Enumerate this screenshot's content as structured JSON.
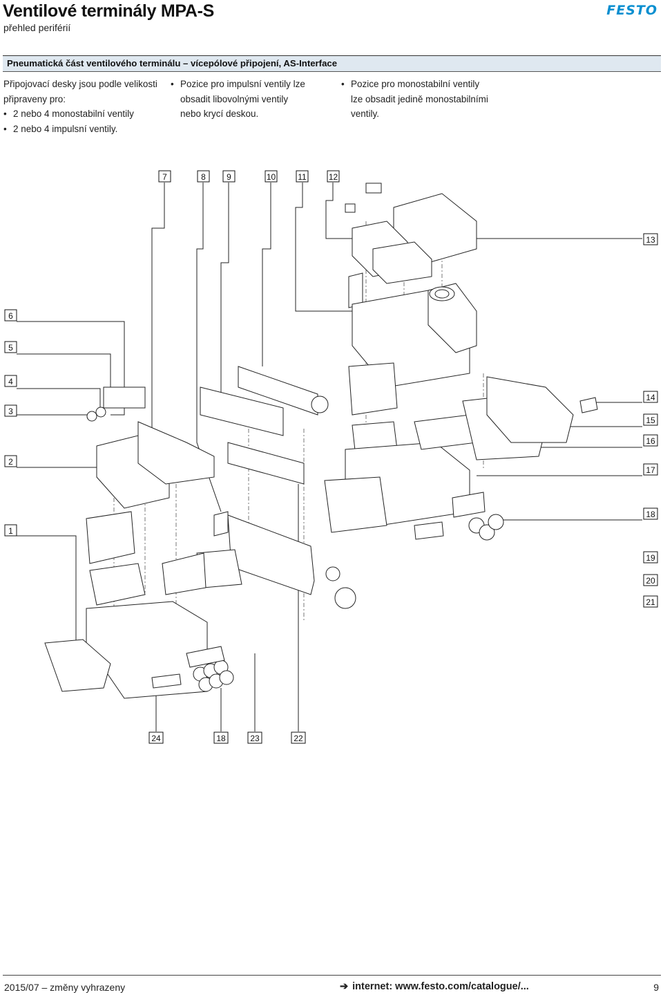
{
  "header": {
    "title": "Ventilové terminály MPA-S",
    "subtitle": "přehled periférií",
    "brand": "FESTO"
  },
  "section": {
    "title": "Pneumatická část ventilového terminálu – vícepólové připojení, AS-Interface"
  },
  "columns": {
    "col1": {
      "intro": [
        "Připojovací desky jsou podle velikosti",
        "připraveny pro:"
      ],
      "bullets": [
        "2 nebo 4 monostabilní ventily",
        "2 nebo 4 impulsní ventily."
      ]
    },
    "col2": {
      "bullets": [
        [
          "Pozice pro impulsní ventily lze",
          "obsadit libovolnými ventily",
          "nebo krycí deskou."
        ]
      ]
    },
    "col3": {
      "bullets": [
        [
          "Pozice pro monostabilní ventily",
          "lze obsadit jedině monostabilními",
          "ventily."
        ]
      ]
    }
  },
  "callouts": {
    "top": [
      "7",
      "8",
      "9",
      "10",
      "11",
      "12"
    ],
    "left": [
      "6",
      "5",
      "4",
      "3",
      "2",
      "1"
    ],
    "right": [
      "13",
      "14",
      "15",
      "16",
      "17",
      "18",
      "19",
      "20",
      "21"
    ],
    "bottom": [
      "24",
      "18",
      "23",
      "22"
    ]
  },
  "footer": {
    "left": "2015/07 – změny vyhrazeny",
    "link_arrow": "➔",
    "link": "internet: www.festo.com/catalogue/...",
    "page": "9"
  }
}
